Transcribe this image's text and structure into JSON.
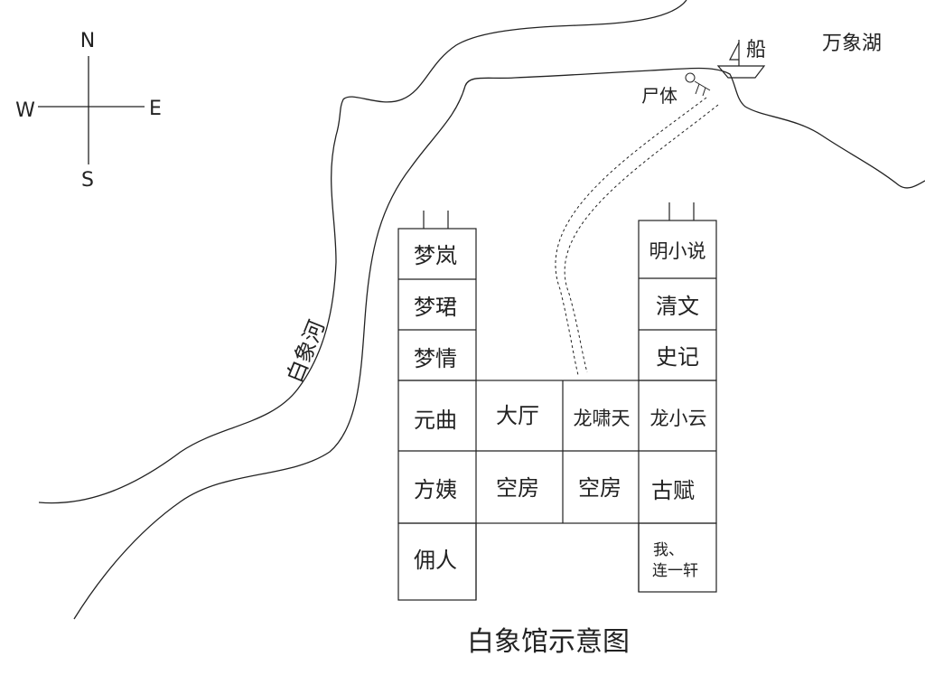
{
  "title": "白象馆示意图",
  "compass": {
    "north": "N",
    "south": "S",
    "east": "E",
    "west": "W"
  },
  "places": {
    "lake": "万象湖",
    "boat": "船",
    "body": "尸体",
    "river": "白象河"
  },
  "rooms": {
    "menglan": "梦岚",
    "mengjun": "梦珺",
    "mengqing": "梦情",
    "yuanqu": "元曲",
    "fangyi": "方姨",
    "yongren": "佣人",
    "dating": "大厅",
    "kongfang1": "空房",
    "kongfang2": "空房",
    "longxiaotian": "龙啸天",
    "mingxiaoshuo": "明小说",
    "qingwen": "清文",
    "shiji": "史记",
    "longxiaoyun": "龙小云",
    "gufu": "古赋",
    "wo_line1": "我、",
    "wo_line2": "连一轩"
  },
  "colors": {
    "ink": "#222222",
    "background": "#ffffff"
  }
}
